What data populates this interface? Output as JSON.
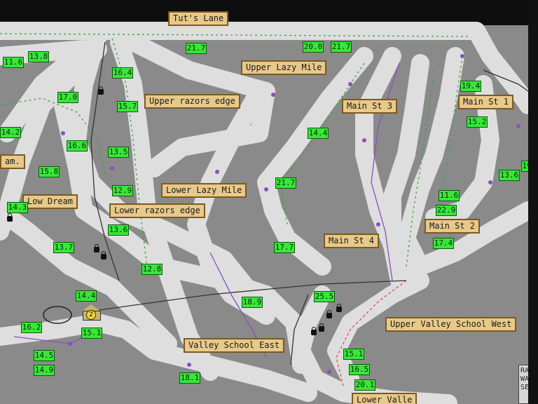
{
  "trail_names": {
    "tuts_lane": "Tut's Lane",
    "upper_lazy_mile": "Upper Lazy Mile",
    "upper_razors_edge": "Upper razors edge",
    "main_st_3": "Main St 3",
    "main_st_1": "Main St 1",
    "lower_lazy_mile": "Lower Lazy Mile",
    "low_dream": "Low Dream",
    "lower_razors_edge": "Lower razors edge",
    "main_st_2": "Main St 2",
    "main_st_4": "Main St 4",
    "upper_valley_school_west": "Upper Valley School West",
    "valley_school_east": "Valley School East",
    "lower_valley": "Lower Valle",
    "am_fragment": "am."
  },
  "readings": {
    "r1": "21.7",
    "r2": "20.0",
    "r3": "21.7",
    "r4": "13.8",
    "r5": "11.6",
    "r6": "16.4",
    "r7": "19.4",
    "r8": "17.0",
    "r9": "15.7",
    "r10": "15.2",
    "r11": "14.2",
    "r12": "14.4",
    "r13": "16.6",
    "r14": "13.5",
    "r15": "13.6",
    "r16": "15.8",
    "r17": "21.7",
    "r18": "11.6",
    "r19": "14.3",
    "r20": "12.9",
    "r21": "22.9",
    "r22": "13.6",
    "r23": "17.4",
    "r24": "13.7",
    "r25": "17.7",
    "r26": "12.8",
    "r27": "14.4",
    "r28": "25.5",
    "r29": "18.9",
    "r30": "16.2",
    "r31": "15.1",
    "r32": "14.5",
    "r33": "15.1",
    "r34": "14.9",
    "r35": "16.5",
    "r36": "18.1",
    "r37": "20.1",
    "r38": "19"
  },
  "lodge_marker": "2",
  "info_box": {
    "line1": "RA",
    "line2": "WA",
    "line3": "SE"
  },
  "colors": {
    "background": "#8a8a8a",
    "trail": "#dedede",
    "label_fill": "#e8c98a",
    "reading_fill": "#39e639",
    "line_green": "#3aa63a",
    "line_purple": "#8a4fc0",
    "line_red": "#e05050"
  }
}
